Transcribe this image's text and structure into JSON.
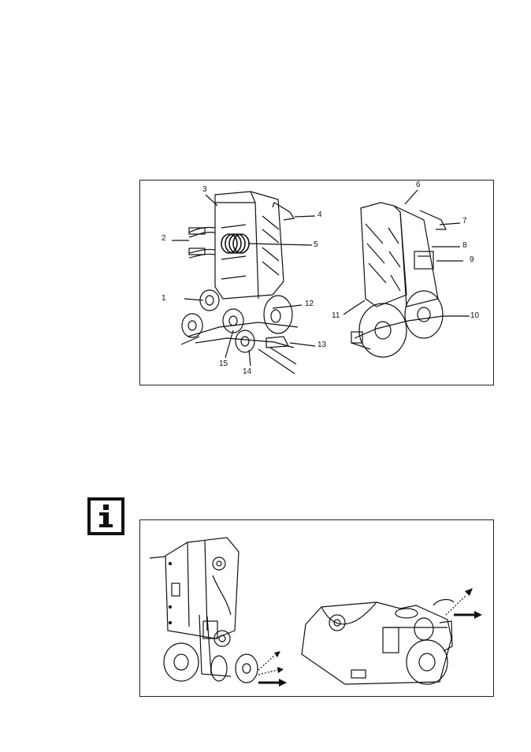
{
  "figure1": {
    "callouts": [
      "1",
      "2",
      "3",
      "4",
      "5",
      "6",
      "7",
      "8",
      "9",
      "10",
      "11",
      "12",
      "13",
      "14",
      "15"
    ]
  },
  "figure2": {},
  "info_icon": {
    "glyph": "i",
    "icon": "info-icon"
  }
}
